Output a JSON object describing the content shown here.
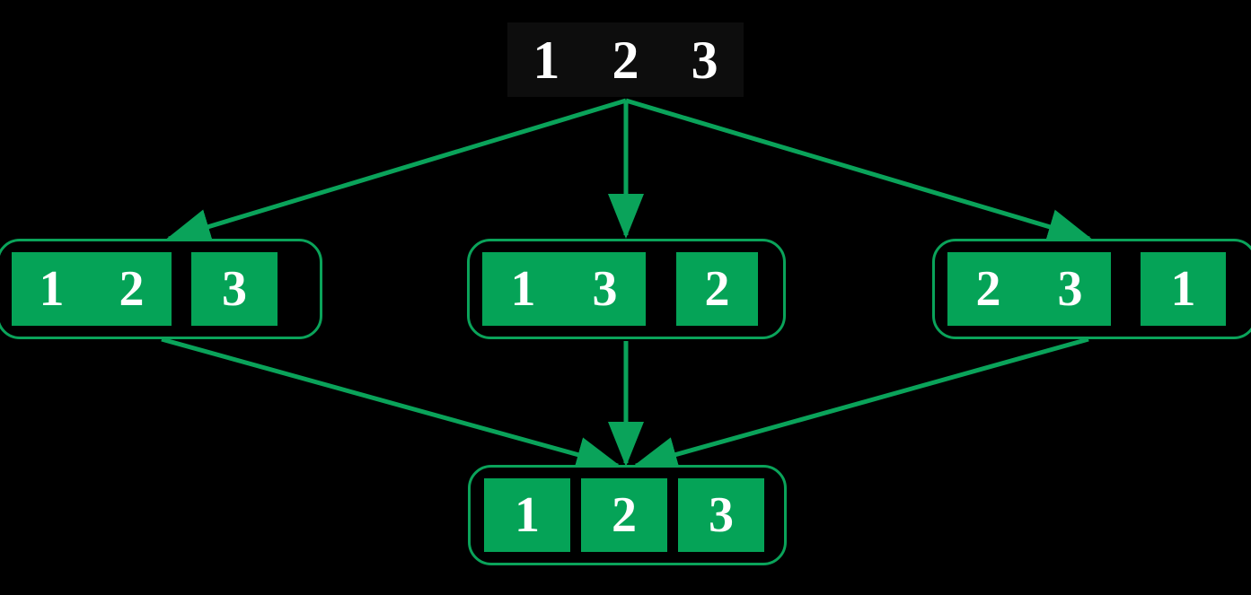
{
  "diagram": {
    "title": "permutation-merge-tree",
    "background_color": "#000000",
    "accent_color": "#05a357",
    "arrow_color": "#0aa35a",
    "digit_color": "#ffffff",
    "root_background": "#0d0d0d"
  },
  "nodes": {
    "root": {
      "name": "root-array",
      "cells": [
        "1",
        "2",
        "3"
      ]
    },
    "left": {
      "name": "left-array",
      "groups": [
        {
          "digits": [
            "1",
            "2"
          ],
          "merged": true
        },
        {
          "digits": [
            "3"
          ],
          "merged": false
        }
      ]
    },
    "middle": {
      "name": "middle-array",
      "groups": [
        {
          "digits": [
            "1",
            "3"
          ],
          "merged": true
        },
        {
          "digits": [
            "2"
          ],
          "merged": false
        }
      ]
    },
    "right": {
      "name": "right-array",
      "groups": [
        {
          "digits": [
            "2",
            "3"
          ],
          "merged": true
        },
        {
          "digits": [
            "1"
          ],
          "merged": false
        }
      ]
    },
    "bottom": {
      "name": "result-array",
      "groups": [
        {
          "digits": [
            "1"
          ],
          "merged": false
        },
        {
          "digits": [
            "2"
          ],
          "merged": false
        },
        {
          "digits": [
            "3"
          ],
          "merged": false
        }
      ]
    }
  },
  "edges": [
    {
      "name": "root-to-left",
      "from": "root",
      "to": "left"
    },
    {
      "name": "root-to-middle",
      "from": "root",
      "to": "middle"
    },
    {
      "name": "root-to-right",
      "from": "root",
      "to": "right"
    },
    {
      "name": "left-to-bottom",
      "from": "left",
      "to": "bottom"
    },
    {
      "name": "middle-to-bottom",
      "from": "middle",
      "to": "bottom"
    },
    {
      "name": "right-to-bottom",
      "from": "right",
      "to": "bottom"
    }
  ]
}
